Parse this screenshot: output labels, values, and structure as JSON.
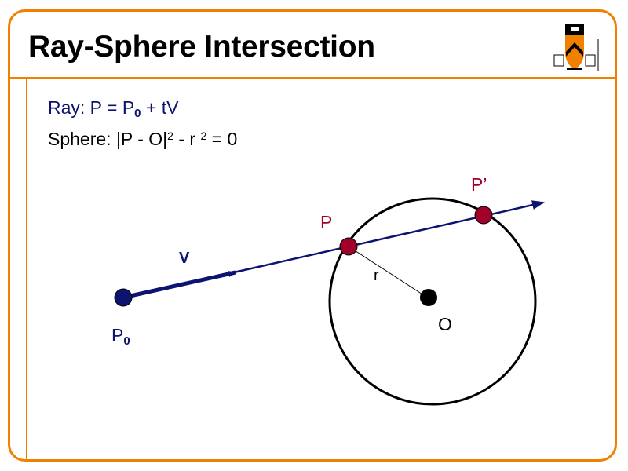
{
  "slide": {
    "title": "Ray-Sphere Intersection",
    "colors": {
      "frame": "#f08000",
      "ray": "#0d1370",
      "intersection_points": "#a0002a",
      "center_point": "#000000",
      "sphere_outline": "#000000"
    }
  },
  "logo": {
    "name": "university-shield-logo"
  },
  "equations": {
    "ray": {
      "prefix": "Ray: P = P",
      "sub": "0",
      "suffix": " + tV"
    },
    "sphere": {
      "prefix": "Sphere: |P - O|",
      "sup1": "2",
      "middle": " - r ",
      "sup2": "2",
      "suffix": " = 0"
    }
  },
  "diagram": {
    "labels": {
      "p0": "P",
      "p0_sub": "0",
      "v": "V",
      "p": "P",
      "p_prime": "P’",
      "r": "r",
      "o": "O"
    }
  }
}
